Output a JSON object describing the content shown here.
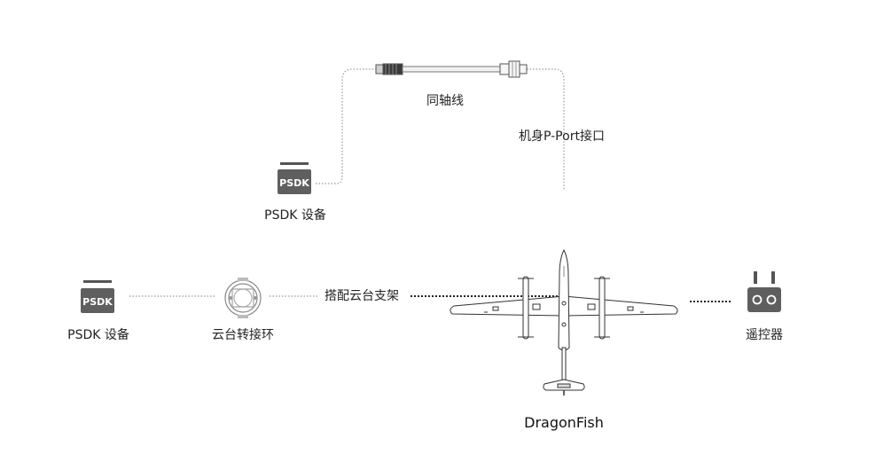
{
  "labels": {
    "coax_cable": "同轴线",
    "body_pport": "机身P-Port接口",
    "psdk_device": "PSDK 设备",
    "psdk_badge": "PSDK",
    "gimbal_ring": "云台转接环",
    "gimbal_bracket": "搭配云台支架",
    "remote_controller": "遥控器",
    "aircraft_name": "DragonFish"
  }
}
